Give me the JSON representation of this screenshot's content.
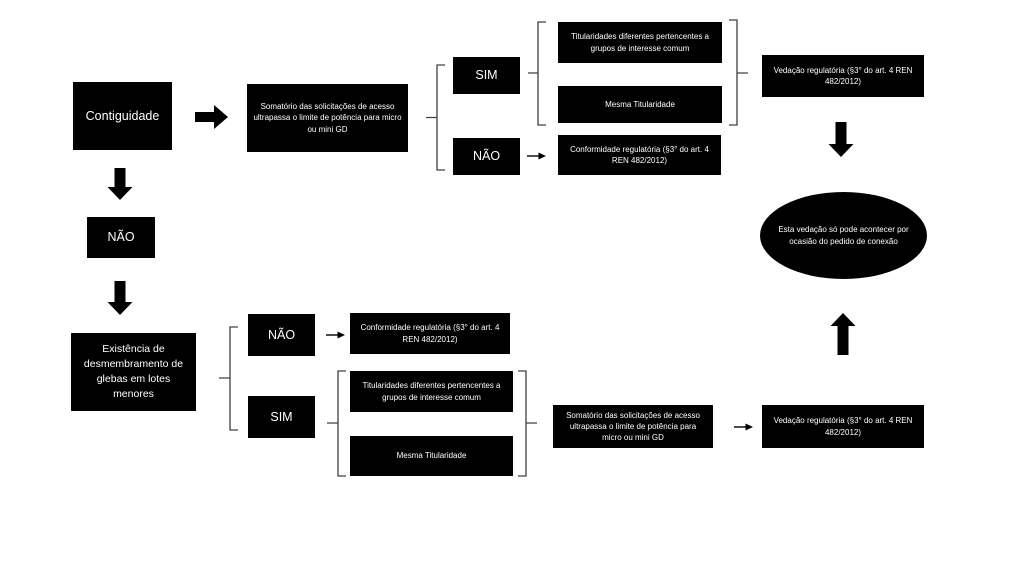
{
  "diagram": {
    "type": "flowchart",
    "background": "#ffffff",
    "colors": {
      "node_fill": "#000000",
      "node_text": "#ffffff",
      "arrow": "#000000",
      "bracket_line": "#404040"
    },
    "nodes": {
      "contiguidade": {
        "label": "Contiguidade",
        "shape": "rect"
      },
      "somatorio_top": {
        "label": "Somatório das solicitações de acesso ultrapassa o limite de potência para micro ou mini GD",
        "shape": "rect"
      },
      "sim_top": {
        "label": "SIM",
        "shape": "rect"
      },
      "nao_top": {
        "label": "NÃO",
        "shape": "rect"
      },
      "titularidades_top": {
        "label": "Titularidades diferentes pertencentes a grupos de interesse comum",
        "shape": "rect"
      },
      "mesma_top": {
        "label": "Mesma Titularidade",
        "shape": "rect"
      },
      "conformidade_top": {
        "label": "Conformidade regulatória (§3° do art. 4 REN 482/2012)",
        "shape": "rect"
      },
      "vedacao_top": {
        "label": "Vedação regulatória (§3° do art. 4 REN 482/2012)",
        "shape": "rect"
      },
      "vedacao_ellipse": {
        "label": "Esta vedação só pode acontecer por ocasião do pedido de conexão",
        "shape": "ellipse"
      },
      "nao_left": {
        "label": "NÃO",
        "shape": "rect"
      },
      "existencia": {
        "label": "Existência de desmembramento de glebas em lotes menores",
        "shape": "rect"
      },
      "nao_bottom": {
        "label": "NÃO",
        "shape": "rect"
      },
      "sim_bottom": {
        "label": "SIM",
        "shape": "rect"
      },
      "conformidade_bottom": {
        "label": "Conformidade regulatória (§3° do art. 4 REN 482/2012)",
        "shape": "rect"
      },
      "titularidades_bottom": {
        "label": "Titularidades diferentes pertencentes a grupos de interesse comum",
        "shape": "rect"
      },
      "mesma_bottom": {
        "label": "Mesma Titularidade",
        "shape": "rect"
      },
      "somatorio_bottom": {
        "label": "Somatório das solicitações de acesso ultrapassa o limite de potência para micro ou mini GD",
        "shape": "rect"
      },
      "vedacao_bottom": {
        "label": "Vedação regulatória (§3° do art. 4 REN 482/2012)",
        "shape": "rect"
      }
    },
    "edges": [
      {
        "from": "contiguidade",
        "to": "somatorio_top",
        "connector": "block-arrow-right"
      },
      {
        "from": "contiguidade",
        "to": "nao_left",
        "connector": "block-arrow-down"
      },
      {
        "from": "nao_left",
        "to": "existencia",
        "connector": "block-arrow-down"
      },
      {
        "from": "somatorio_top",
        "to": [
          "sim_top",
          "nao_top"
        ],
        "connector": "bracket"
      },
      {
        "from": "sim_top",
        "to": [
          "titularidades_top",
          "mesma_top"
        ],
        "connector": "bracket"
      },
      {
        "from": [
          "titularidades_top",
          "mesma_top"
        ],
        "to": "vedacao_top",
        "connector": "bracket"
      },
      {
        "from": "nao_top",
        "to": "conformidade_top",
        "connector": "small-arrow-right"
      },
      {
        "from": "vedacao_top",
        "to": "vedacao_ellipse",
        "connector": "block-arrow-down"
      },
      {
        "from": "existencia",
        "to": [
          "nao_bottom",
          "sim_bottom"
        ],
        "connector": "bracket"
      },
      {
        "from": "nao_bottom",
        "to": "conformidade_bottom",
        "connector": "small-arrow-right"
      },
      {
        "from": "sim_bottom",
        "to": [
          "titularidades_bottom",
          "mesma_bottom"
        ],
        "connector": "bracket"
      },
      {
        "from": [
          "titularidades_bottom",
          "mesma_bottom"
        ],
        "to": "somatorio_bottom",
        "connector": "bracket"
      },
      {
        "from": "somatorio_bottom",
        "to": "vedacao_bottom",
        "connector": "small-arrow-right"
      },
      {
        "from": "vedacao_bottom",
        "to": "vedacao_ellipse",
        "connector": "block-arrow-up"
      }
    ]
  }
}
